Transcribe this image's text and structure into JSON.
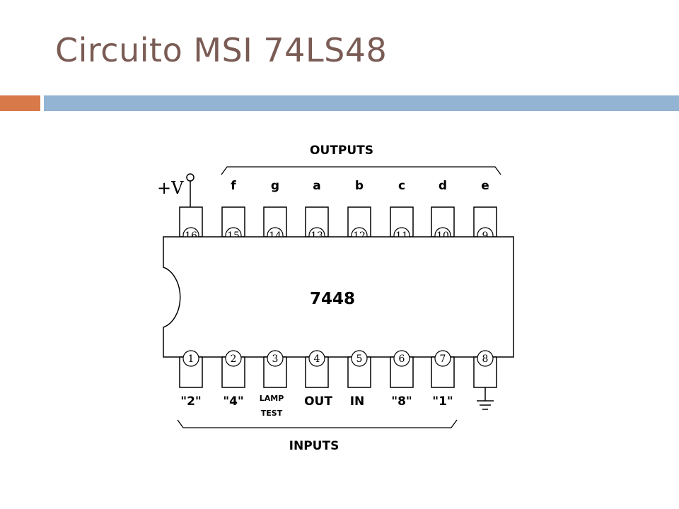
{
  "slide": {
    "title": "Circuito MSI 74LS48",
    "colors": {
      "title": "#7a5c55",
      "accent_orange": "#d8794a",
      "accent_blue": "#93b4d3"
    }
  },
  "diagram": {
    "chip_label": "7448",
    "outputs_label": "OUTPUTS",
    "inputs_label": "INPUTS",
    "supply_label": "+V",
    "top_pins": [
      "16",
      "15",
      "14",
      "13",
      "12",
      "11",
      "10",
      "9"
    ],
    "bottom_pins": [
      "1",
      "2",
      "3",
      "4",
      "5",
      "6",
      "7",
      "8"
    ],
    "segment_labels": [
      "f",
      "g",
      "a",
      "b",
      "c",
      "d",
      "e"
    ],
    "bottom_labels": [
      "\"2\"",
      "\"4\"",
      "LAMP",
      "OUT",
      "IN",
      "\"8\"",
      "\"1\""
    ],
    "lamp_test_second_line": "TEST",
    "ground_icon": "ground-symbol-icon"
  }
}
